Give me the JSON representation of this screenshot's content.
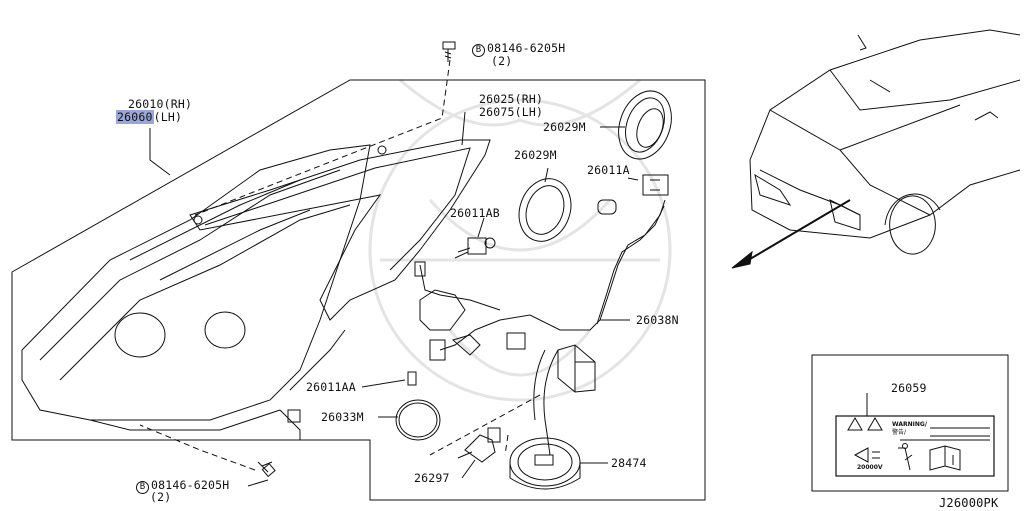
{
  "labels": {
    "p26010": "26010(RH)",
    "p26060": "26060",
    "p26060_side": "(LH)",
    "bolt_top": "08146-6205H",
    "bolt_top_qty": "(2)",
    "bolt_bottom": "08146-6205H",
    "bolt_bottom_qty": "(2)",
    "bolt_symbol": "B",
    "p26025": "26025(RH)",
    "p26075": "26075(LH)",
    "p26029m_top": "26029M",
    "p26029m": "26029M",
    "p26011a": "26011A",
    "p26011ab": "26011AB",
    "p26038n": "26038N",
    "p26011aa": "26011AA",
    "p26033m": "26033M",
    "p26297": "26297",
    "p28474": "28474",
    "p26059": "26059",
    "diagram_code": "J26000PK"
  },
  "warning_label": {
    "warning_text": "WARNING/",
    "warning_jp": "警告/",
    "voltage": "20000V"
  },
  "colors": {
    "line": "#111111",
    "highlight": "#9aa6d6",
    "watermark": "#e6e6e6"
  }
}
